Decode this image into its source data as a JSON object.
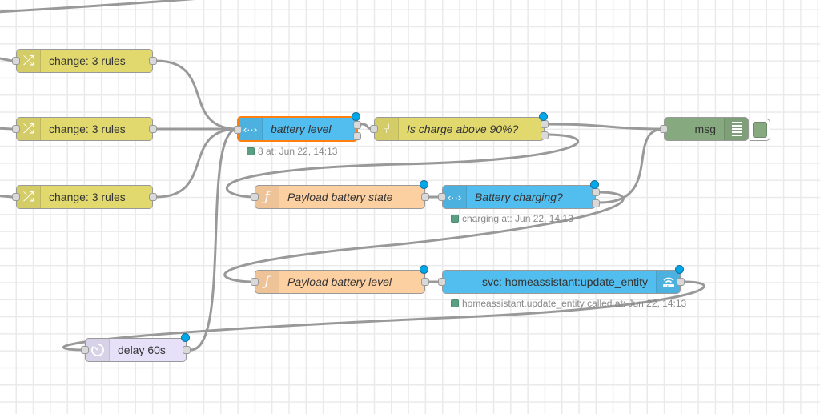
{
  "workspace": "node-red-flow-editor",
  "colors": {
    "change": "#e2d96e",
    "switch": "#e2d96e",
    "homeassistant": "#52bdef",
    "function": "#fdd0a2",
    "delay": "#e6e0f8",
    "debug": "#87a980",
    "selection": "#ff7f0e",
    "changed_indicator": "#00a8e8",
    "status_ok": "#5a9e83",
    "wire": "#999999"
  },
  "nodes": {
    "change1": {
      "type": "change",
      "icon": "shuffle-icon",
      "label": "change: 3 rules"
    },
    "change2": {
      "type": "change",
      "icon": "shuffle-icon",
      "label": "change: 3 rules"
    },
    "change3": {
      "type": "change",
      "icon": "shuffle-icon",
      "label": "change: 3 rules"
    },
    "battery_level": {
      "type": "ha-current-state",
      "icon": "code-arrows-icon",
      "label": "battery level",
      "selected": true,
      "changed": true,
      "status": "8 at: Jun 22, 14:13"
    },
    "is_charge_above": {
      "type": "switch",
      "icon": "switch-icon",
      "label": "Is charge above 90%?",
      "changed": true
    },
    "msg": {
      "type": "debug",
      "icon": "list-icon",
      "label": "msg"
    },
    "payload_battery_state": {
      "type": "function",
      "icon": "function-icon",
      "label": "Payload battery state",
      "changed": true
    },
    "battery_charging": {
      "type": "ha-current-state",
      "icon": "code-arrows-icon",
      "label": "Battery charging?",
      "changed": true,
      "status": "charging at: Jun 22, 14:13"
    },
    "payload_battery_level": {
      "type": "function",
      "icon": "function-icon",
      "label": "Payload battery level",
      "changed": true
    },
    "svc_update_entity": {
      "type": "ha-call-service",
      "icon": "router-icon",
      "label": "svc: homeassistant:update_entity",
      "changed": true,
      "status": "homeassistant.update_entity called at: Jun 22, 14:13"
    },
    "delay": {
      "type": "delay",
      "icon": "timer-icon",
      "label": "delay 60s",
      "changed": true
    }
  }
}
